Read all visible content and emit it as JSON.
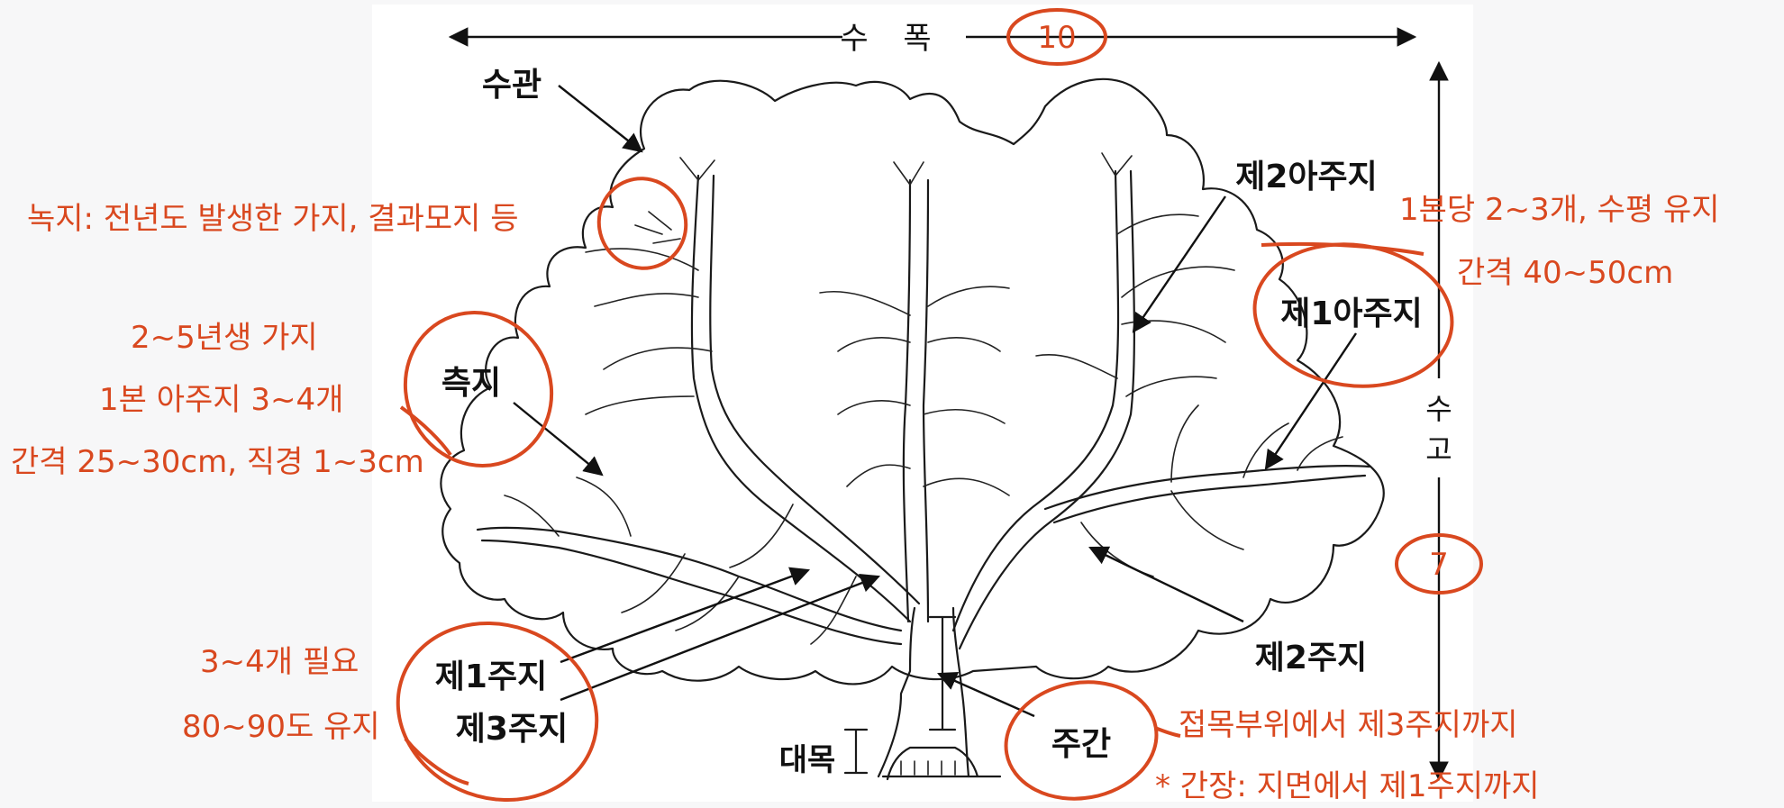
{
  "diagram": {
    "labels": {
      "width_label": "수 폭",
      "height_label_top": "수",
      "height_label_bottom": "고",
      "crown": "수관",
      "second_sub_branch": "제2아주지",
      "first_sub_branch": "제1아주지",
      "lateral_branch": "측지",
      "first_main_branch": "제1주지",
      "third_main_branch": "제3주지",
      "second_main_branch": "제2주지",
      "trunk": "주간",
      "rootstock": "대목"
    },
    "annotations": {
      "width_value": "10",
      "height_value": "7",
      "green_shoot": "녹지: 전년도 발생한 가지, 결과모지 등",
      "sub_branch_count": "1본당 2~3개, 수평 유지",
      "sub_branch_spacing": "간격 40~50cm",
      "lateral_age": "2~5년생 가지",
      "lateral_count": "1본 아주지 3~4개",
      "lateral_spacing": "간격 25~30cm, 직경 1~3cm",
      "main_branch_count": "3~4개 필요",
      "main_branch_angle": "80~90도 유지",
      "trunk_range": "접목부위에서 제3주지까지",
      "trunk_length_note": "* 간장: 지면에서 제1주지까지"
    },
    "colors": {
      "annotation": "#d9481f",
      "ink": "#1a1a1a",
      "panel": "#ffffff",
      "background": "#f7f7f8"
    }
  }
}
